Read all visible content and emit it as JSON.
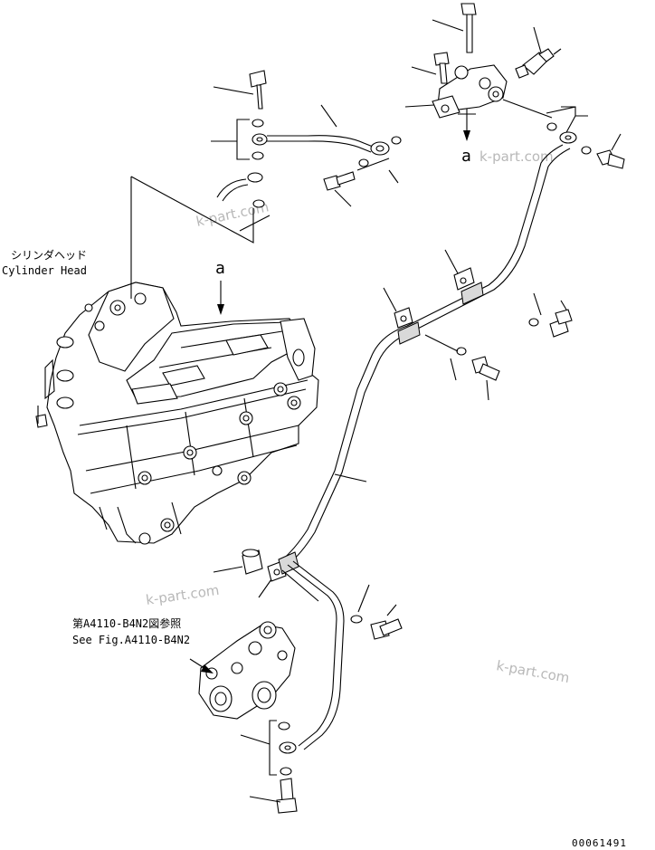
{
  "head_label_jp": "シリンダヘッド",
  "head_label_en": "Cylinder Head",
  "ref_label_jp": "第A4110-B4N2図参照",
  "ref_label_en": "See Fig.A4110-B4N2",
  "view_mark_top": "a",
  "view_mark_mid": "a",
  "watermarks": [
    "k-part.com",
    "k-part.com",
    "k-part.com",
    "k-part.com"
  ],
  "drawing_number": "00061491"
}
